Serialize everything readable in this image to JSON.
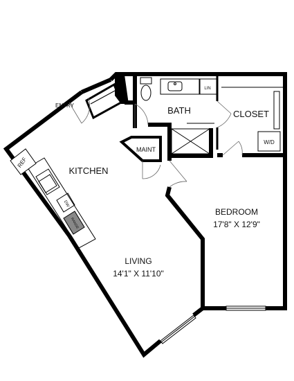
{
  "plan": {
    "rooms": {
      "kitchen": "KITCHEN",
      "bath": "BATH",
      "closet": "CLOSET",
      "maint": "MAINT",
      "bedroom_name": "BEDROOM",
      "bedroom_dims": "17'8\" X 12'9\"",
      "living_name": "LIVING",
      "living_dims": "14'1\" X 11'10\""
    },
    "labels": {
      "entry": "ENTRY",
      "ref": "REF",
      "dw": "DW",
      "range": "RANGE",
      "wd": "W/D",
      "lin": "LIN"
    }
  }
}
